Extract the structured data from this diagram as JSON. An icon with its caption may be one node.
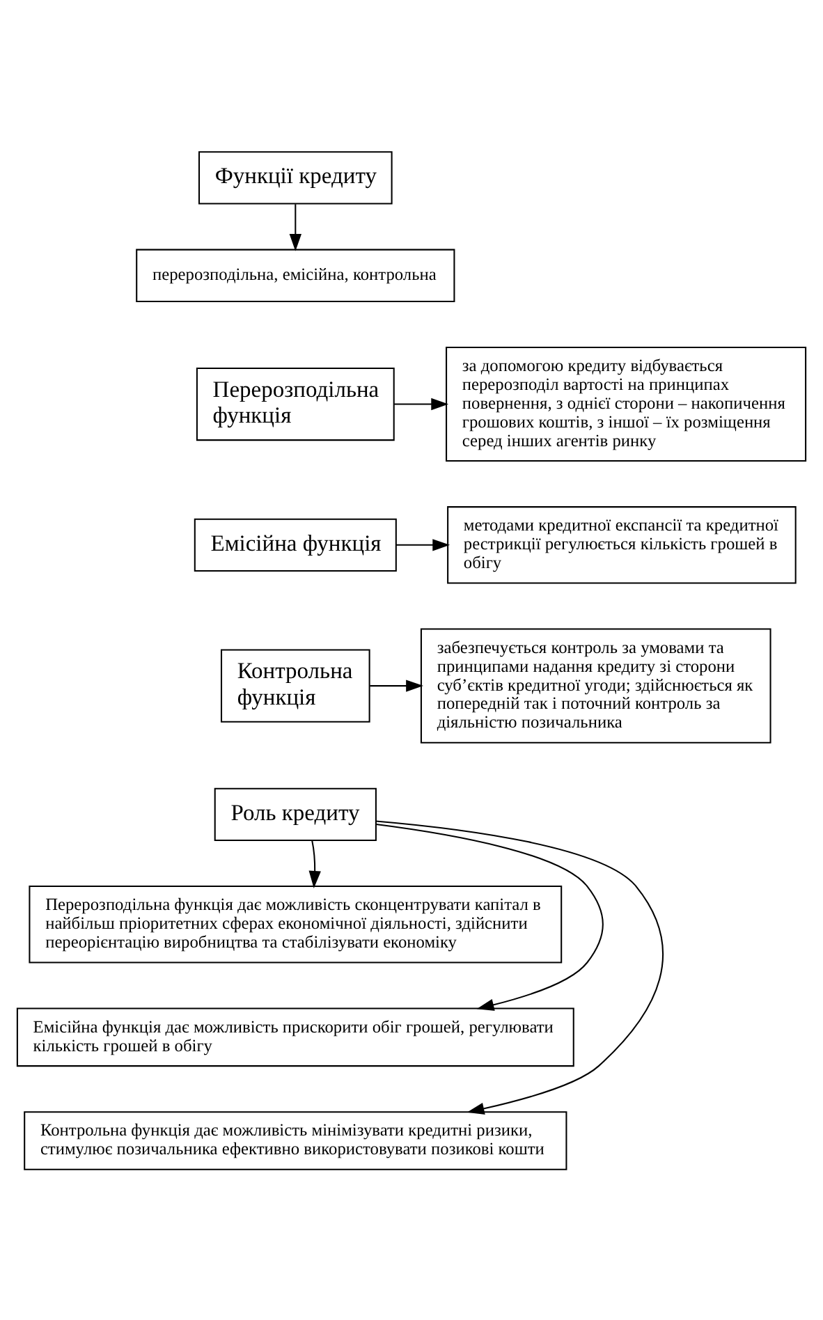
{
  "diagram": {
    "nodes": [
      {
        "text": [
          "Функції кредиту"
        ]
      },
      {
        "text": [
          "перерозподільна, емісійна, контрольна"
        ]
      },
      {
        "text": [
          "Перерозподільна функція"
        ]
      },
      {
        "text": [
          "за допомогою кредиту відбувається перерозподіл вартості на принципах повернення, з однієї сторони – накопичення грошових коштів, з іншої – їх розміщення серед інших агентів ринку"
        ]
      },
      {
        "text": [
          "Емісійна функція"
        ]
      },
      {
        "text": [
          "методами кредитної експансії та кредитної рестрикції регулюється кількість грошей в обігу"
        ]
      },
      {
        "text": [
          "Контрольна функція"
        ]
      },
      {
        "text": [
          "забезпечується контроль за умовами та принципами надання кредиту зі сторони суб’єктів кредитної угоди; здійснюється як попередній так і поточний контроль за діяльністю позичальника"
        ]
      },
      {
        "text": [
          "Роль кредиту"
        ]
      },
      {
        "text": [
          "Перерозподільна функція дає можливість сконцентрувати капітал в найбільш пріоритетних сферах економічної діяльності, здійснити переорієнтацію виробництва та стабілізувати економіку"
        ]
      },
      {
        "text": [
          "Емісійна функція дає можливість прискорити обіг грошей, регулювати кількість грошей в обігу"
        ]
      },
      {
        "text": [
          "Контрольна функція дає можливість мінімізувати кредитні ризики, стимулює позичальника ефективно використовувати позикові кошти"
        ]
      }
    ],
    "edges": [
      {
        "from": 0,
        "to": 1,
        "arrow": "to"
      },
      {
        "from": 2,
        "to": 3,
        "arrow": "to"
      },
      {
        "from": 4,
        "to": 5,
        "arrow": "to"
      },
      {
        "from": 6,
        "to": 7,
        "arrow": "to"
      },
      {
        "from": 8,
        "to": 9,
        "arrow": "to"
      },
      {
        "from": 8,
        "to": 10,
        "arrow": "to"
      },
      {
        "from": 8,
        "to": 11,
        "arrow": "to"
      }
    ]
  }
}
